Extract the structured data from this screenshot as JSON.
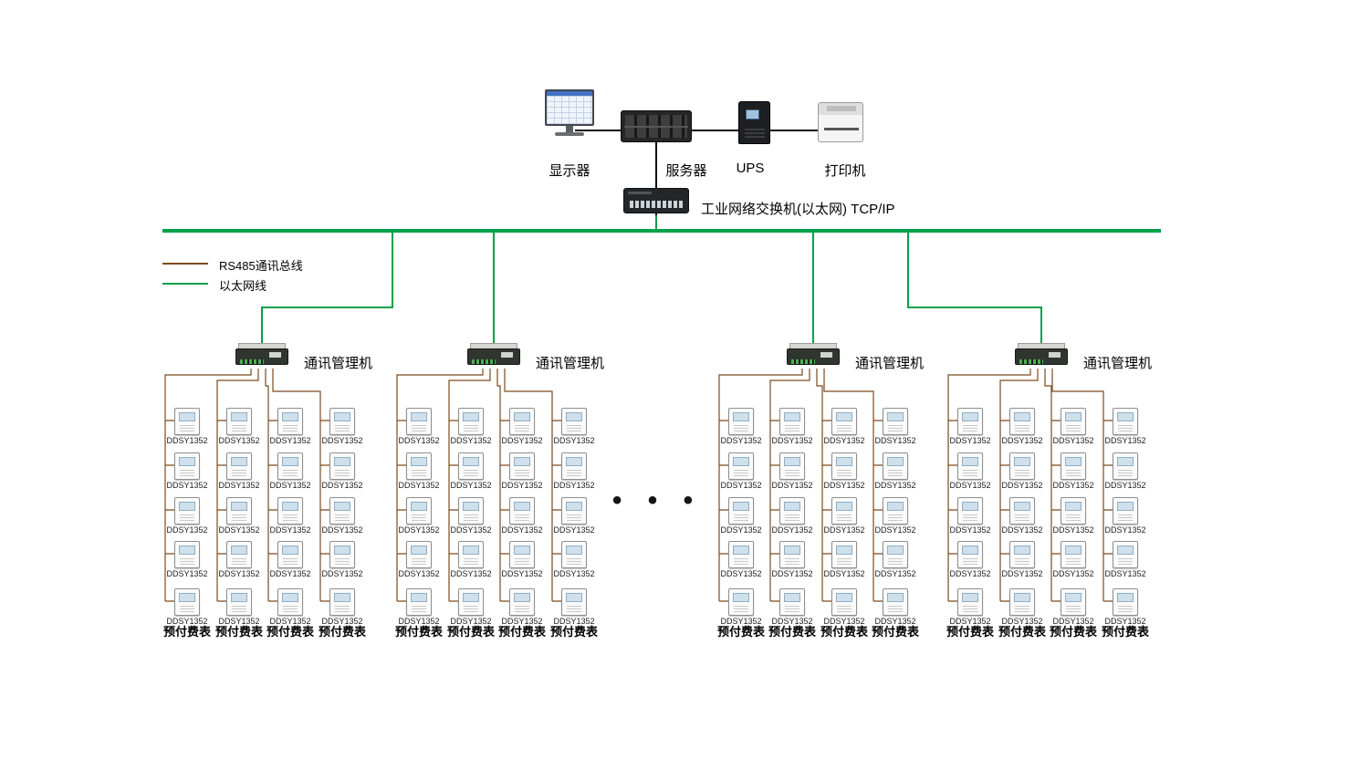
{
  "devices": {
    "monitor": "显示器",
    "server": "服务器",
    "ups": "UPS",
    "printer": "打印机"
  },
  "switch_label": "工业网络交换机(以太网) TCP/IP",
  "legend": {
    "rs485": "RS485通讯总线",
    "ethernet": "以太网线"
  },
  "colors": {
    "ethernet": "#00A14B",
    "rs485": "#7C4A1E"
  },
  "ellipsis": "• • •",
  "groups": [
    {
      "manager_label": "通讯管理机",
      "meter_model": "DDSY1352",
      "column_label": "预付费表",
      "columns": 4,
      "rows": 5
    },
    {
      "manager_label": "通讯管理机",
      "meter_model": "DDSY1352",
      "column_label": "预付费表",
      "columns": 4,
      "rows": 5
    },
    {
      "manager_label": "通讯管理机",
      "meter_model": "DDSY1352",
      "column_label": "预付费表",
      "columns": 4,
      "rows": 5
    },
    {
      "manager_label": "通讯管理机",
      "meter_model": "DDSY1352",
      "column_label": "预付费表",
      "columns": 4,
      "rows": 5
    }
  ]
}
